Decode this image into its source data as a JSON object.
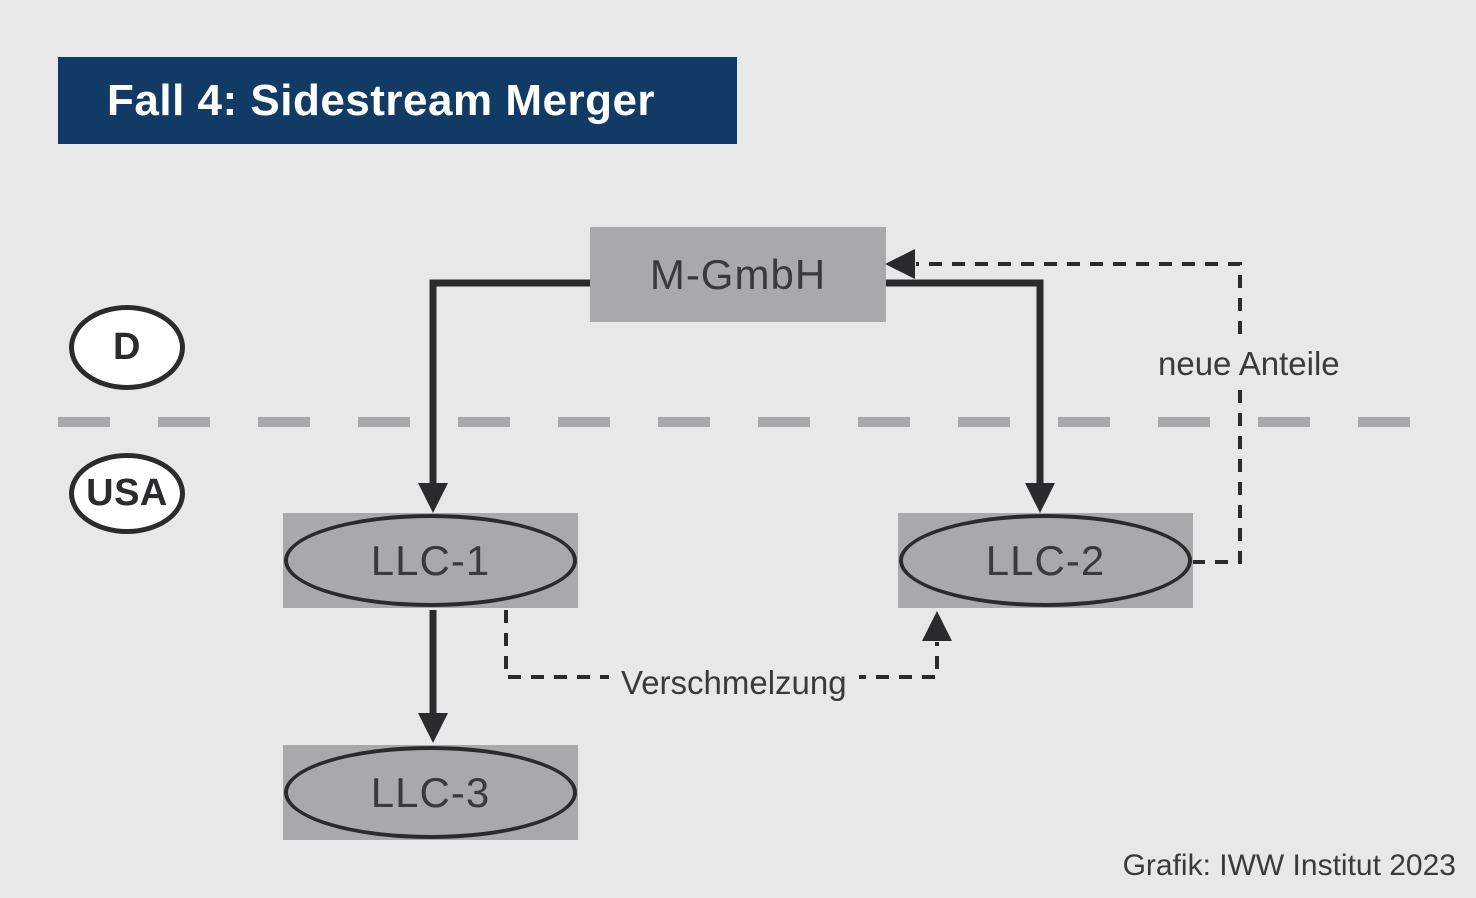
{
  "title": {
    "label": "Fall 4: Sidestream Merger"
  },
  "regions": {
    "top": {
      "label": "D"
    },
    "bottom": {
      "label": "USA"
    }
  },
  "entities": {
    "m_gmbh": {
      "label": "M-GmbH",
      "shape": "rect",
      "country": "D"
    },
    "llc1": {
      "label": "LLC-1",
      "shape": "ellipse",
      "country": "USA"
    },
    "llc2": {
      "label": "LLC-2",
      "shape": "ellipse",
      "country": "USA"
    },
    "llc3": {
      "label": "LLC-3",
      "shape": "ellipse",
      "country": "USA"
    }
  },
  "annotations": {
    "neue_anteile": "neue Anteile",
    "verschmelzung": "Verschmelzung"
  },
  "connections": [
    {
      "from": "M-GmbH",
      "to": "LLC-1",
      "style": "solid-arrow"
    },
    {
      "from": "M-GmbH",
      "to": "LLC-2",
      "style": "solid-arrow"
    },
    {
      "from": "LLC-1",
      "to": "LLC-3",
      "style": "solid-arrow"
    },
    {
      "from": "LLC-1",
      "to": "LLC-2",
      "style": "dashed-arrow",
      "label": "Verschmelzung"
    },
    {
      "from": "LLC-2",
      "to": "M-GmbH",
      "style": "dashed-arrow",
      "label": "neue Anteile"
    }
  ],
  "credit": "Grafik: IWW Institut 2023",
  "colors": {
    "background": "#e8e8e8",
    "title_navy": "#113a64",
    "title_text": "#ffffff",
    "entity_gray": "#a9a9ab",
    "line_dark": "#2b2b2d",
    "divider_gray": "#a8a8ab",
    "label_text": "#3a3a3c"
  }
}
